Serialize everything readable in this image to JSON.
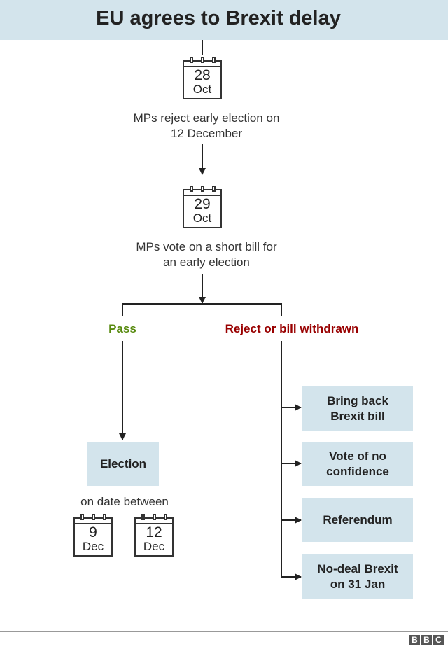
{
  "title": "EU agrees to Brexit delay",
  "steps": [
    {
      "day": "28",
      "month": "Oct",
      "caption": "MPs reject early election on 12 December"
    },
    {
      "day": "29",
      "month": "Oct",
      "caption": "MPs vote on a short bill for an early election"
    }
  ],
  "branches": {
    "pass": {
      "label": "Pass",
      "color": "#588a0f"
    },
    "reject": {
      "label": "Reject or bill withdrawn",
      "color": "#990000"
    }
  },
  "election": {
    "label": "Election",
    "date_text": "on date between",
    "dates": [
      {
        "day": "9",
        "month": "Dec"
      },
      {
        "day": "12",
        "month": "Dec"
      }
    ]
  },
  "options": [
    "Bring back Brexit bill",
    "Vote of no confidence",
    "Referendum",
    "No-deal Brexit on 31 Jan"
  ],
  "logo": [
    "B",
    "B",
    "C"
  ],
  "colors": {
    "box_fill": "#d3e4ec",
    "line": "#222222"
  }
}
